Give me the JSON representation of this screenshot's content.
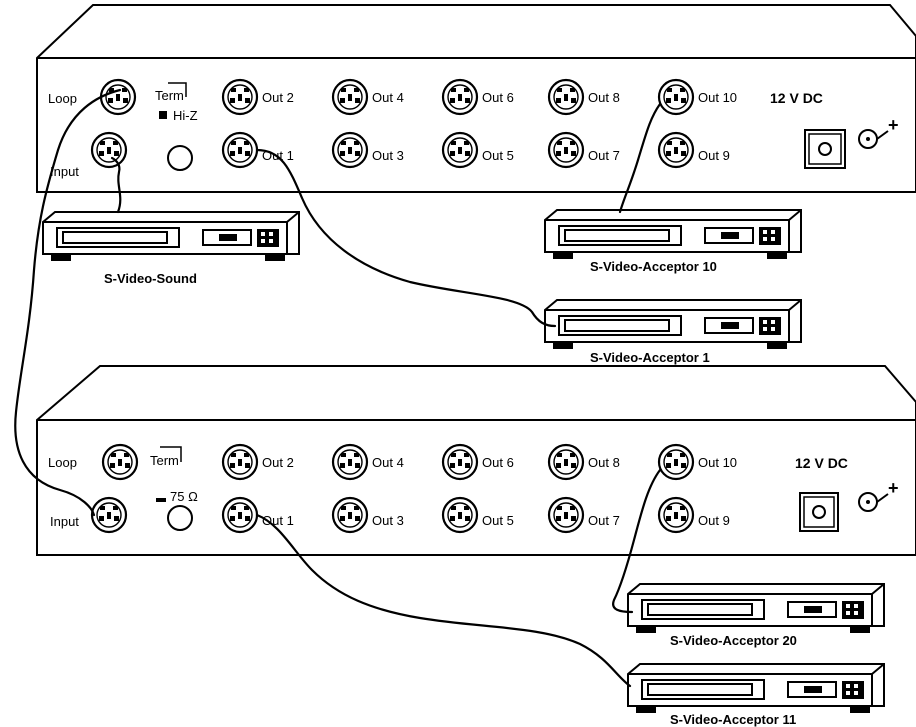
{
  "colors": {
    "ink": "#000000",
    "paper": "#ffffff"
  },
  "units": [
    {
      "loop_label": "Loop",
      "term_label": "Term",
      "switch_label": "Hi-Z",
      "input_label": "Input",
      "outputs_top": [
        "Out 2",
        "Out 4",
        "Out 6",
        "Out 8",
        "Out 10"
      ],
      "outputs_bottom": [
        "Out 1",
        "Out 3",
        "Out 5",
        "Out 7",
        "Out 9"
      ],
      "power_label": "12 V DC",
      "power_polarity": "+"
    },
    {
      "loop_label": "Loop",
      "term_label": "Term",
      "switch_label": "75 Ω",
      "input_label": "Input",
      "outputs_top": [
        "Out 2",
        "Out 4",
        "Out 6",
        "Out 8",
        "Out 10"
      ],
      "outputs_bottom": [
        "Out 1",
        "Out 3",
        "Out 5",
        "Out 7",
        "Out 9"
      ],
      "power_label": "12 V DC",
      "power_polarity": "+"
    }
  ],
  "devices": {
    "source": "S-Video-Sound",
    "acceptor_10": "S-Video-Acceptor 10",
    "acceptor_1": "S-Video-Acceptor 1",
    "acceptor_20": "S-Video-Acceptor 20",
    "acceptor_11": "S-Video-Acceptor 11"
  }
}
